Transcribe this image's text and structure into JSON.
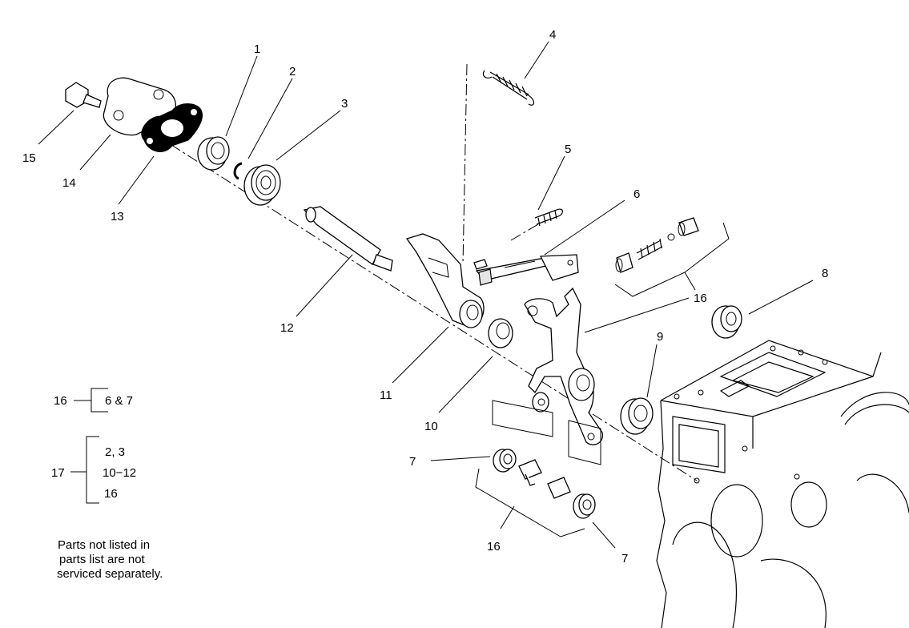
{
  "callouts": [
    {
      "id": "c1",
      "label": "1"
    },
    {
      "id": "c2",
      "label": "2"
    },
    {
      "id": "c3",
      "label": "3"
    },
    {
      "id": "c4",
      "label": "4"
    },
    {
      "id": "c5",
      "label": "5"
    },
    {
      "id": "c6",
      "label": "6"
    },
    {
      "id": "c7a",
      "label": "7"
    },
    {
      "id": "c7b",
      "label": "7"
    },
    {
      "id": "c8",
      "label": "8"
    },
    {
      "id": "c9",
      "label": "9"
    },
    {
      "id": "c10",
      "label": "10"
    },
    {
      "id": "c11",
      "label": "11"
    },
    {
      "id": "c12",
      "label": "12"
    },
    {
      "id": "c13",
      "label": "13"
    },
    {
      "id": "c14",
      "label": "14"
    },
    {
      "id": "c15",
      "label": "15"
    },
    {
      "id": "c16a",
      "label": "16"
    },
    {
      "id": "c16b",
      "label": "16"
    },
    {
      "id": "c16c",
      "label": "16"
    }
  ],
  "legend": {
    "group16": {
      "label": "16",
      "items": [
        "6 & 7"
      ]
    },
    "group17": {
      "label": "17",
      "items": [
        "2, 3",
        "10−12",
        "16"
      ]
    }
  },
  "note": {
    "lines": [
      "Parts not listed in",
      "parts list are not",
      "serviced separately."
    ]
  }
}
